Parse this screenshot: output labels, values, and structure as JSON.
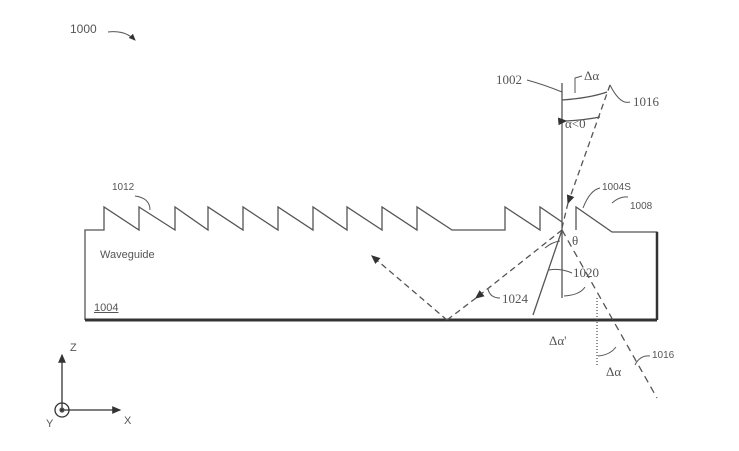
{
  "figure_number": "1000",
  "labels": {
    "normal": "1002",
    "waveguide_ref": "1004",
    "waveguide_name": "Waveguide",
    "facet": "1004S",
    "grating_right": "1008",
    "grating_left": "1012",
    "incident_ray": "1016",
    "incident_ray_exit": "1016",
    "angle_ref": "1020",
    "reflected_ray": "1024",
    "delta_alpha_top": "Δα",
    "alpha_lt_zero": "α<0",
    "theta": "θ",
    "delta_alpha_prime": "Δα'",
    "delta_alpha_bottom": "Δα"
  },
  "axes": {
    "z": "Z",
    "x": "X",
    "y": "Y"
  }
}
